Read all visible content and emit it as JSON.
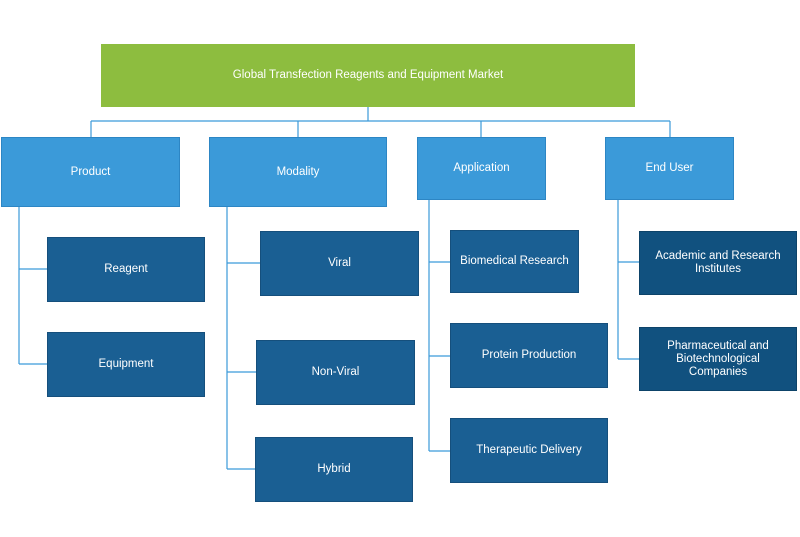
{
  "root": {
    "label": "Global Transfection Reagents and Equipment Market"
  },
  "categories": [
    {
      "label": "Product",
      "children": [
        "Reagent",
        "Equipment"
      ]
    },
    {
      "label": "Modality",
      "children": [
        "Viral",
        "Non-Viral",
        "Hybrid"
      ]
    },
    {
      "label": "Application",
      "children": [
        "Biomedical Research",
        "Protein Production",
        "Therapeutic Delivery"
      ]
    },
    {
      "label": "End User",
      "children": [
        "Academic and Research Institutes",
        "Pharmaceutical and Biotechnological Companies"
      ]
    }
  ],
  "colors": {
    "root": "#8dbd3f",
    "category": "#3b9ad9",
    "leaf": "#1a5f93",
    "connector": "#3b9ad9"
  }
}
